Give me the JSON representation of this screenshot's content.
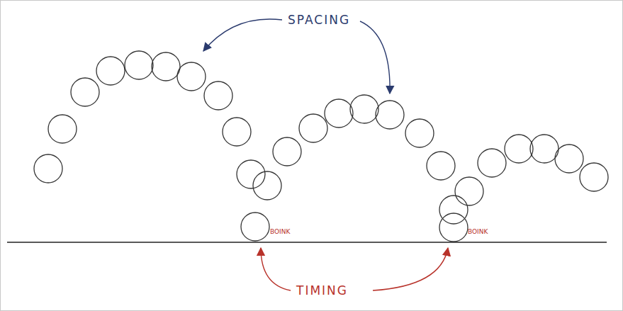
{
  "diagram": {
    "labels": [
      "SPACING",
      "BOINK",
      "BOINK",
      "TIMING"
    ]
  }
}
